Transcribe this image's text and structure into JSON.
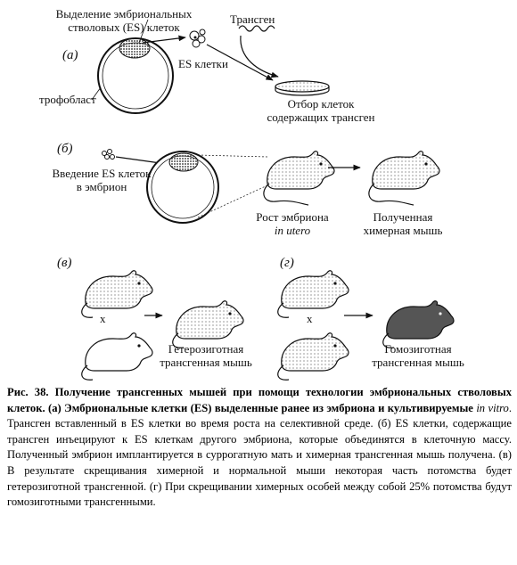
{
  "panels": {
    "a": "(а)",
    "b": "(б)",
    "v": "(в)",
    "g": "(г)"
  },
  "labels": {
    "es_isolation_line1": "Выделение эмбриональных",
    "es_isolation_line2": "стволовых (ES) клеток",
    "transgene": "Трансген",
    "es_cells": "ES клетки",
    "trophoblast": "трофобласт",
    "selection_line1": "Отбор клеток",
    "selection_line2": "содержащих трансген",
    "injection_line1": "Введение ES клеток",
    "injection_line2": "в эмбрион",
    "growth_line1": "Рост эмбриона",
    "growth_line2": "in utero",
    "chimeric_line1": "Полученная",
    "chimeric_line2": "химерная мышь",
    "cross_v": "x",
    "cross_g": "x",
    "hetero_line1": "Гетерозиготная",
    "hetero_line2": "трансгенная мышь",
    "homo_line1": "Гомозиготная",
    "homo_line2": "трансгенная мышь"
  },
  "caption": {
    "bold": "Рис. 38. Получение трансгенных мышей при помощи технологии эмбриональных стволовых клеток. (а) Эмбриональные клетки (ES) выделенные ранее из эмбриона и культивируемые ",
    "italic": "in vitro",
    "rest": ". Трансген вставленный в ES клетки во время роста на селективной среде. (б) ES клетки, содержащие трансген инъецируют к ES клеткам другого эмбриона, которые объединятся в клеточную массу. Полученный эмбрион имплантируется в суррогатную мать и химерная трансгенная мышь получена. (в) В результате скрещивания химерной и нормальной мыши некоторая часть потомства будет гетерозиготной трансгенной. (г) При скрещивании химерных особей между собой 25% потомства будут гомозиготными трансгенными."
  }
}
